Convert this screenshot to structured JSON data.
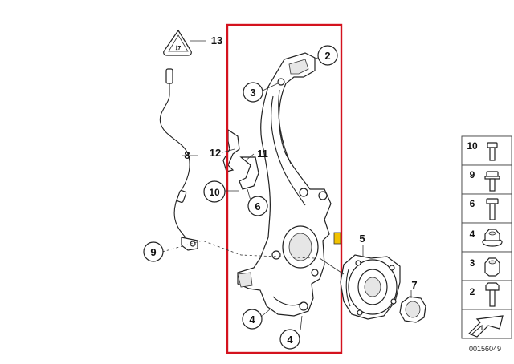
{
  "diagram": {
    "ref_number": "00156049",
    "highlight_color": "#d4121e",
    "callouts": [
      {
        "id": "c2",
        "label": "2",
        "circled": true
      },
      {
        "id": "c3",
        "label": "3",
        "circled": true
      },
      {
        "id": "c4a",
        "label": "4",
        "circled": true
      },
      {
        "id": "c4b",
        "label": "4",
        "circled": true
      },
      {
        "id": "c6",
        "label": "6",
        "circled": true
      },
      {
        "id": "c9",
        "label": "9",
        "circled": true
      },
      {
        "id": "c10",
        "label": "10",
        "circled": true
      },
      {
        "id": "c5",
        "label": "5",
        "circled": false
      },
      {
        "id": "c7",
        "label": "7",
        "circled": false
      },
      {
        "id": "c8",
        "label": "8",
        "circled": false
      },
      {
        "id": "c11",
        "label": "11",
        "circled": false
      },
      {
        "id": "c12",
        "label": "12",
        "circled": false
      },
      {
        "id": "c13",
        "label": "13",
        "circled": false
      }
    ],
    "legend": [
      {
        "label": "10",
        "icon": "short-bolt-icon"
      },
      {
        "label": "9",
        "icon": "flanged-bolt-icon"
      },
      {
        "label": "6",
        "icon": "hex-bolt-icon"
      },
      {
        "label": "4",
        "icon": "flange-nut-icon"
      },
      {
        "label": "3",
        "icon": "hex-nut-icon"
      },
      {
        "label": "2",
        "icon": "long-bolt-icon"
      },
      {
        "label": "",
        "icon": "arrow-icon"
      }
    ]
  }
}
